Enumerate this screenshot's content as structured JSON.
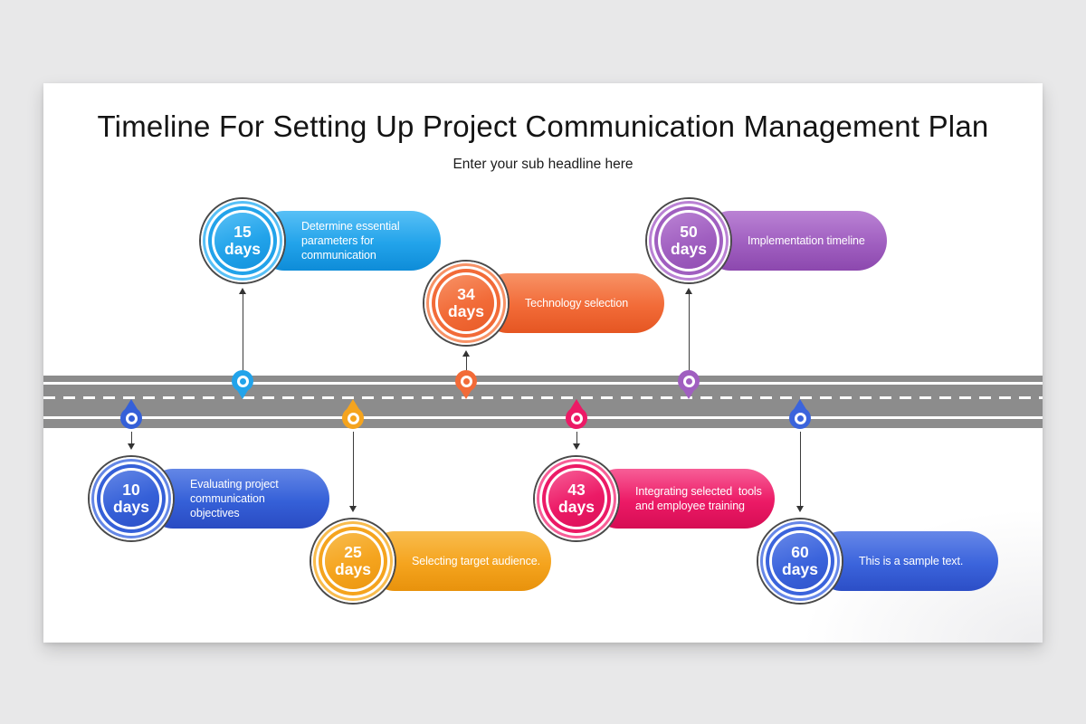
{
  "page": {
    "background_color": "#E8E8E9",
    "slide_color": "#FFFFFF"
  },
  "header": {
    "title": "Timeline For Setting Up Project Communication Management Plan",
    "subtitle": "Enter your sub headline here"
  },
  "road": {
    "asphalt_color": "#8C8C8C",
    "marking_color": "#FFFFFF"
  },
  "milestones": [
    {
      "id": "15-days",
      "duration_value": "15",
      "duration_unit": "days",
      "label": "Determine essential parameters for communication",
      "label_lines": [
        "Determine essential",
        "parameters for",
        "communication"
      ],
      "row": "top",
      "colors": {
        "base": "#22A3EA",
        "light": "#58C0F6",
        "dark": "#0E8CD8"
      }
    },
    {
      "id": "34-days",
      "duration_value": "34",
      "duration_unit": "days",
      "label": "Technology selection",
      "label_lines": [
        "Technology selection"
      ],
      "row": "top",
      "colors": {
        "base": "#F26B38",
        "light": "#F79266",
        "dark": "#E55622"
      }
    },
    {
      "id": "50-days",
      "duration_value": "50",
      "duration_unit": "days",
      "label": "Implementation timeline",
      "label_lines": [
        "Implementation timeline"
      ],
      "row": "top",
      "colors": {
        "base": "#A05FC0",
        "light": "#BA82D4",
        "dark": "#8C48AE"
      }
    },
    {
      "id": "10-days",
      "duration_value": "10",
      "duration_unit": "days",
      "label": "Evaluating project communication objectives",
      "label_lines": [
        "Evaluating project",
        "communication",
        "objectives"
      ],
      "row": "bottom",
      "colors": {
        "base": "#3560D8",
        "light": "#6487E6",
        "dark": "#2A4BC2"
      }
    },
    {
      "id": "25-days",
      "duration_value": "25",
      "duration_unit": "days",
      "label": "Selecting target audience.",
      "label_lines": [
        "Selecting target audience."
      ],
      "row": "bottom",
      "colors": {
        "base": "#F5A41E",
        "light": "#F8BC4E",
        "dark": "#E8920C"
      }
    },
    {
      "id": "43-days",
      "duration_value": "43",
      "duration_unit": "days",
      "label": "Integrating selected  tools and employee training",
      "label_lines": [
        "Integrating selected  tools",
        "and employee training"
      ],
      "row": "bottom",
      "colors": {
        "base": "#EC1A66",
        "light": "#F75E97",
        "dark": "#D60D54"
      }
    },
    {
      "id": "60-days",
      "duration_value": "60",
      "duration_unit": "days",
      "label": "This is a sample text.",
      "label_lines": [
        "This is a sample text."
      ],
      "row": "bottom",
      "colors": {
        "base": "#3B64DC",
        "light": "#6687E8",
        "dark": "#2C4EC6"
      }
    }
  ]
}
